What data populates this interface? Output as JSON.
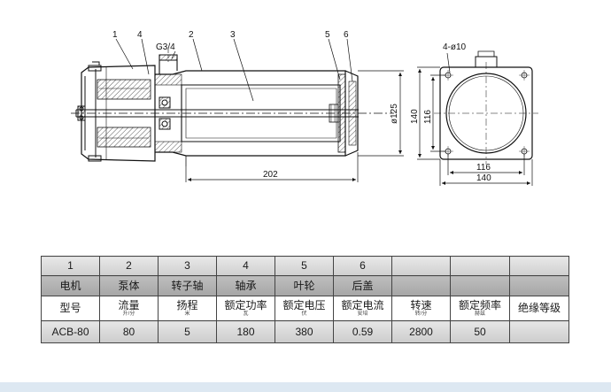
{
  "callouts": [
    "1",
    "4",
    "G3/4",
    "2",
    "3",
    "5",
    "6",
    "4-ø10"
  ],
  "dimensions": {
    "length": "202",
    "diameter": "ø125",
    "height_outer": "140",
    "height_inner": "116",
    "width_inner": "116",
    "width_outer": "140"
  },
  "parts_row": [
    "1",
    "2",
    "3",
    "4",
    "5",
    "6",
    "",
    "",
    ""
  ],
  "part_names_row": [
    "电机",
    "泵体",
    "转子轴",
    "轴承",
    "叶轮",
    "后盖",
    "",
    "",
    ""
  ],
  "param_labels": [
    {
      "label": "型号",
      "unit": ""
    },
    {
      "label": "流量",
      "unit": "升/分"
    },
    {
      "label": "扬程",
      "unit": "米"
    },
    {
      "label": "额定功率",
      "unit": "瓦"
    },
    {
      "label": "额定电压",
      "unit": "伏"
    },
    {
      "label": "额定电流",
      "unit": "安培"
    },
    {
      "label": "转速",
      "unit": "转/分"
    },
    {
      "label": "额定频率",
      "unit": "赫兹"
    },
    {
      "label": "绝缘等级",
      "unit": ""
    }
  ],
  "values_row": [
    "ACB-80",
    "80",
    "5",
    "180",
    "380",
    "0.59",
    "2800",
    "50",
    ""
  ]
}
